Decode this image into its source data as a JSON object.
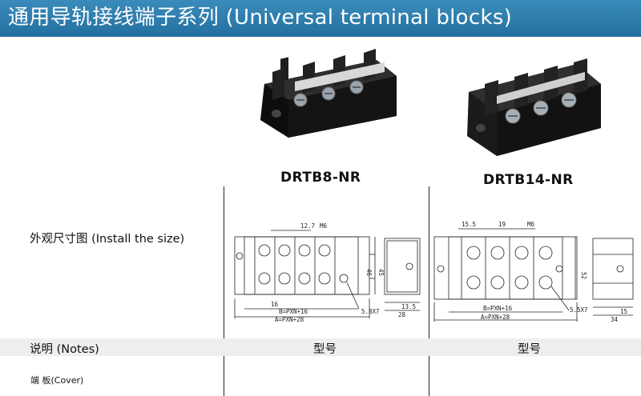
{
  "header": {
    "title": "通用导轨接线端子系列 (Universal terminal blocks)"
  },
  "products": [
    {
      "model": "DRTB8-NR",
      "dims": {
        "pitch": "12.7",
        "screw": "M6",
        "pitch2": "16",
        "b_formula": "B=PXN+16",
        "a_formula": "A=PXN+28",
        "hole": "5.8X7",
        "h1": "46",
        "h2": "45",
        "side_depth": "13.5",
        "side_width": "28"
      }
    },
    {
      "model": "DRTB14-NR",
      "dims": {
        "pitch1": "15.5",
        "pitch2": "19",
        "screw": "M6",
        "b_formula": "B=PXN+16",
        "a_formula": "A=PXN+28",
        "hole": "5.5X7",
        "h1": "52",
        "side_depth": "15",
        "side_width": "34"
      }
    }
  ],
  "rows": {
    "dimensions_label": "外观尺寸图 (Install the size)",
    "notes_label": "说明 (Notes)",
    "model_header": "型号",
    "cover_label": "端  板(Cover)"
  },
  "colors": {
    "header_bg": "#2c7aa8",
    "band_bg": "#eeeeee"
  }
}
